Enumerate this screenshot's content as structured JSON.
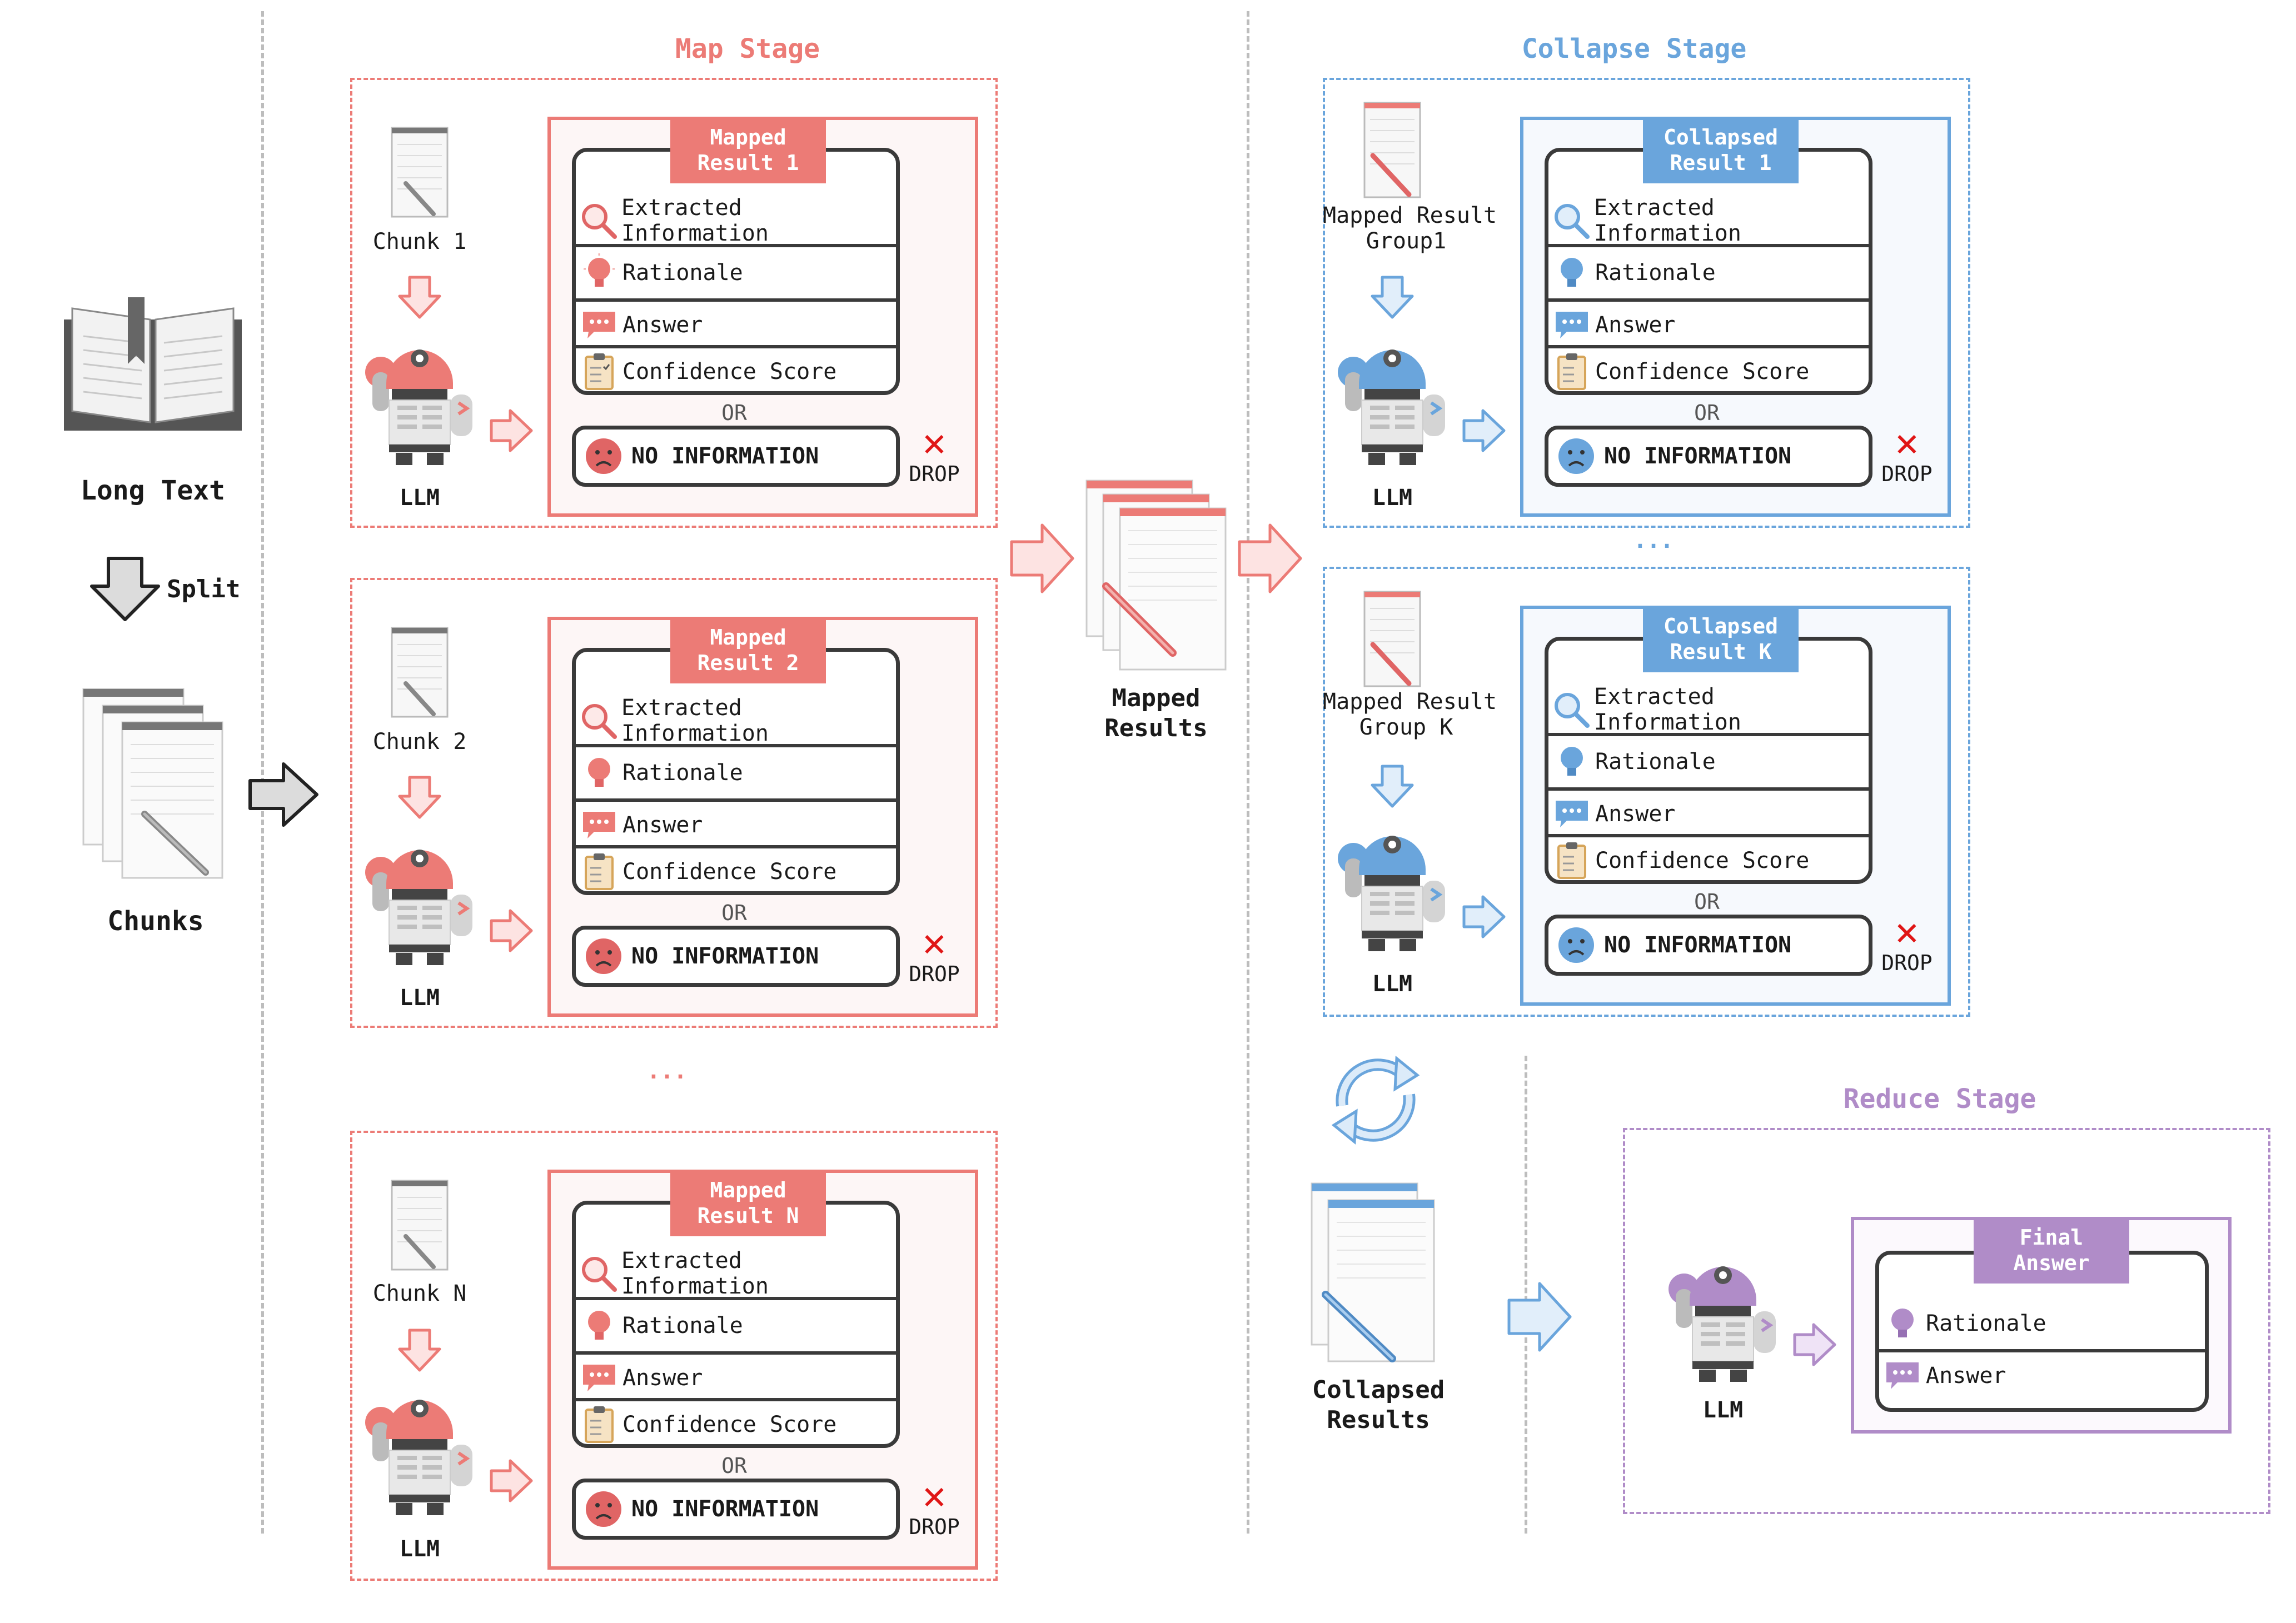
{
  "stages": {
    "map": "Map Stage",
    "collapse": "Collapse Stage",
    "reduce": "Reduce Stage"
  },
  "left": {
    "long_text": "Long Text",
    "split": "Split",
    "chunks": "Chunks"
  },
  "map_blocks": [
    {
      "chunk": "Chunk 1",
      "llm": "LLM",
      "tag_line1": "Mapped",
      "tag_line2": "Result 1"
    },
    {
      "chunk": "Chunk 2",
      "llm": "LLM",
      "tag_line1": "Mapped",
      "tag_line2": "Result 2"
    },
    {
      "chunk": "Chunk N",
      "llm": "LLM",
      "tag_line1": "Mapped",
      "tag_line2": "Result N"
    }
  ],
  "collapse_blocks": [
    {
      "group_line1": "Mapped Result",
      "group_line2": "Group1",
      "llm": "LLM",
      "tag_line1": "Collapsed",
      "tag_line2": "Result 1"
    },
    {
      "group_line1": "Mapped Result",
      "group_line2": "Group K",
      "llm": "LLM",
      "tag_line1": "Collapsed",
      "tag_line2": "Result K"
    }
  ],
  "fields": {
    "extracted": "Extracted Information",
    "rationale": "Rationale",
    "answer": "Answer",
    "confidence": "Confidence Score",
    "or": "OR",
    "no_info": "NO INFORMATION",
    "drop": "DROP"
  },
  "ellipsis": "...",
  "mapped_results": {
    "line1": "Mapped",
    "line2": "Results"
  },
  "collapsed_results": {
    "line1": "Collapsed",
    "line2": "Results"
  },
  "reduce": {
    "llm": "LLM",
    "tag_line1": "Final",
    "tag_line2": "Answer",
    "rationale": "Rationale",
    "answer": "Answer"
  },
  "colors": {
    "red": "#ec7b76",
    "red_dark": "#e06565",
    "red_bg": "#fdf6f6",
    "blue": "#6aa5dc",
    "blue_bg": "#f6f9fd",
    "purple": "#b08cc8",
    "gray_arrow": "#dcdcdc"
  }
}
